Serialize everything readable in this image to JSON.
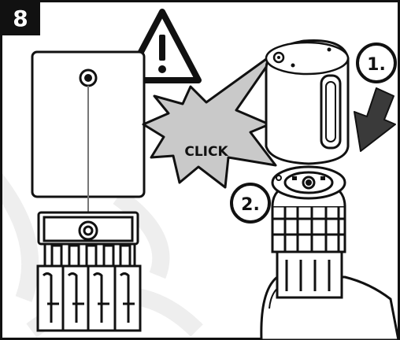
{
  "step": {
    "number": "8"
  },
  "labels": {
    "click": "CLICK",
    "step_one": "1.",
    "step_two": "2."
  },
  "icons": {
    "warning": "warning-triangle-icon",
    "arrow": "down-arrow-icon"
  },
  "colors": {
    "ink": "#111111",
    "burst_fill": "#c9c9c9",
    "arrow_fill": "#3a3a3a",
    "watermark": "#eeeeee",
    "background": "#ffffff"
  }
}
